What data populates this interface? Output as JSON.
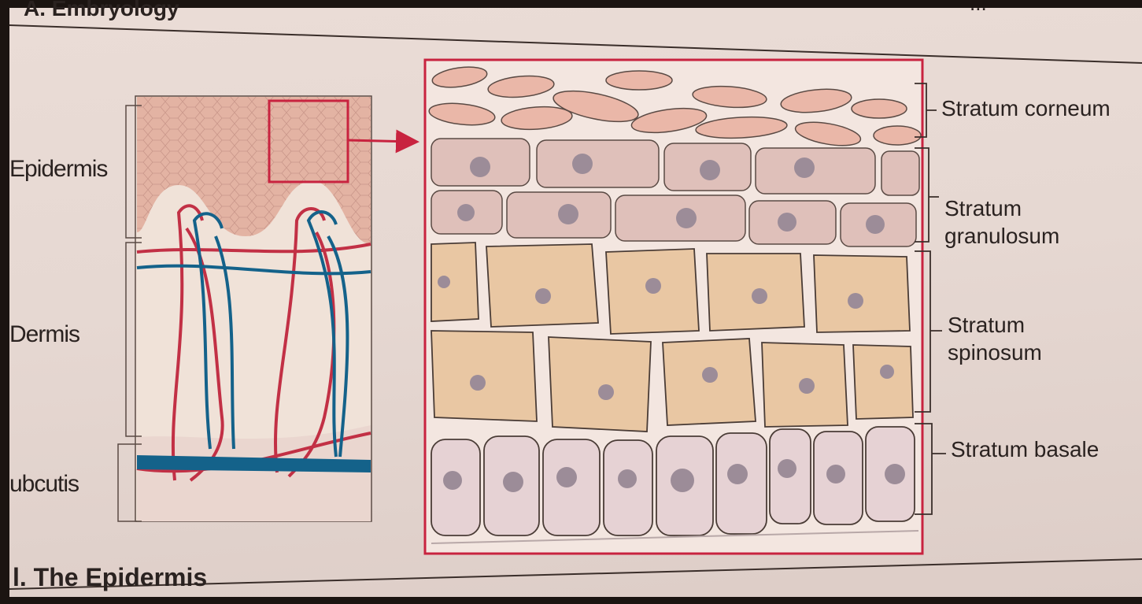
{
  "figure": {
    "top_caption": "A. Embryology",
    "top_right_fragment": "...",
    "bottom_caption": "l. The Epidermis"
  },
  "left_labels": {
    "epidermis": "Epidermis",
    "dermis": "Dermis",
    "subcutis": "ubcutis"
  },
  "right_labels": {
    "corneum": "Stratum corneum",
    "granulosum_line1": "Stratum",
    "granulosum_line2": "granulosum",
    "spinosum_line1": "Stratum",
    "spinosum_line2": "spinosum",
    "basale": "Stratum basale"
  },
  "colors": {
    "highlight": "#c8233f",
    "artery": "#c23045",
    "vein": "#14628a",
    "epidermis": "#e4b8aa",
    "spinosum_cell": "#e9c9a8",
    "basale_cell": "#e8d4d4"
  }
}
